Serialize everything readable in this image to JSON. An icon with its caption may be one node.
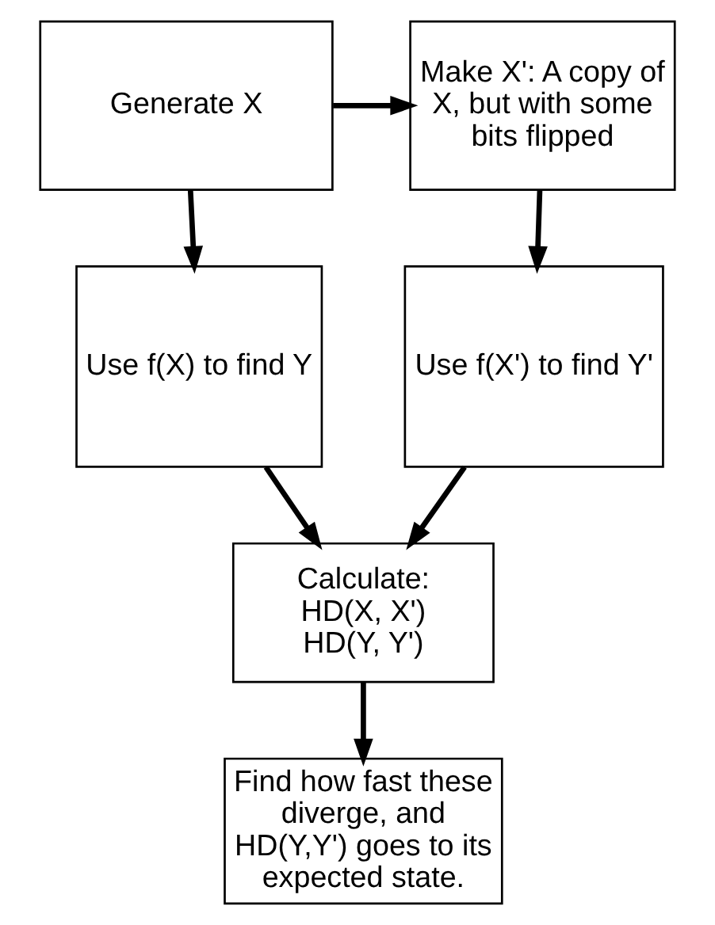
{
  "diagram": {
    "nodes": [
      {
        "text": [
          "Generate X"
        ]
      },
      {
        "text": [
          "Make X': A copy of X, but with some bits flipped"
        ]
      },
      {
        "text": [
          "Use f(X) to find Y"
        ]
      },
      {
        "text": [
          "Use f(X') to find Y'"
        ]
      },
      {
        "text": [
          "Calculate: HD(X, X') HD(Y, Y')"
        ]
      },
      {
        "text": [
          "Find how fast these diverge, and HD(Y,Y') goes to its expected state."
        ]
      }
    ],
    "edges": [
      {
        "from": 0,
        "to": 1,
        "arrow": "to"
      },
      {
        "from": 0,
        "to": 2,
        "arrow": "to"
      },
      {
        "from": 1,
        "to": 3,
        "arrow": "to"
      },
      {
        "from": 2,
        "to": 4,
        "arrow": "to"
      },
      {
        "from": 3,
        "to": 4,
        "arrow": "to"
      },
      {
        "from": 4,
        "to": 5,
        "arrow": "to"
      }
    ]
  }
}
